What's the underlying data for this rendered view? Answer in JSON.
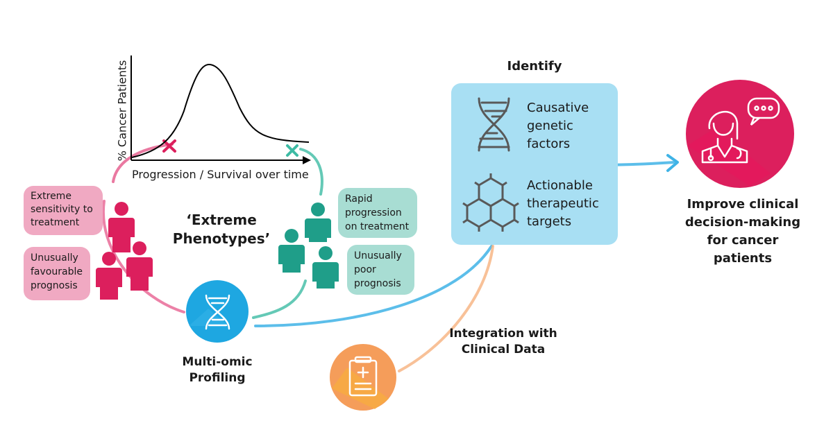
{
  "chart": {
    "ylabel": "% Cancer Patients",
    "xlabel": "Progression / Survival over time"
  },
  "phenotypes_title": "‘Extreme Phenotypes’",
  "pink_boxes": [
    "Extreme sensitivity to treatment",
    "Unusually favourable prognosis"
  ],
  "teal_boxes": [
    "Rapid progression on treatment",
    "Unusually poor prognosis"
  ],
  "multiomic_label": "Multi-omic Profiling",
  "integration_label": "Integration with Clinical Data",
  "identify": {
    "title": "Identify",
    "items": [
      "Causative genetic factors",
      "Actionable therapeutic targets"
    ]
  },
  "outcome_label": "Improve clinical decision-making for cancer patients",
  "colors": {
    "pink": "#dc1f5d",
    "pink_light": "#f0a9c2",
    "teal": "#1f9e89",
    "teal_light": "#a8ddd3",
    "blue": "#1ea7e1",
    "blue_light": "#a8dff3",
    "orange": "#f7a23b",
    "gray_icon": "#595959"
  }
}
